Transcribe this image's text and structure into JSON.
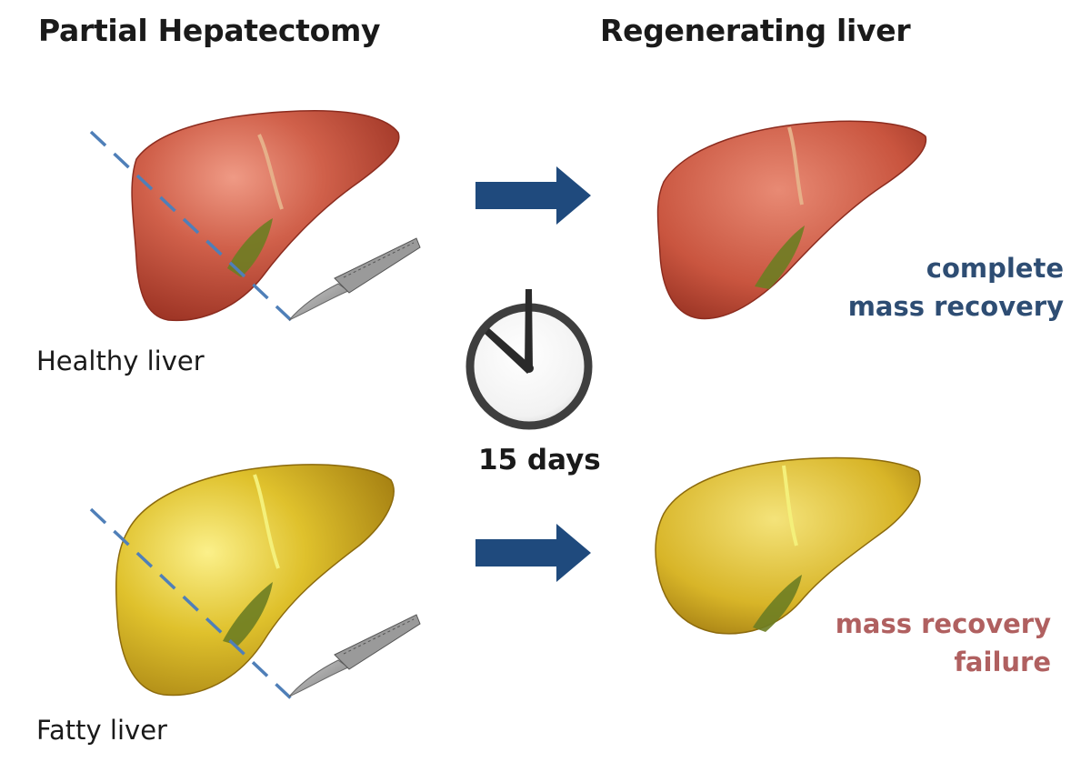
{
  "headers": {
    "left": "Partial Hepatectomy",
    "right": "Regenerating liver"
  },
  "rows": [
    {
      "label": "Healthy liver",
      "outcome_line1": "complete",
      "outcome_line2": "mass recovery",
      "liver_color": "#c5523d",
      "outcome_color": "#2e4d73"
    },
    {
      "label": "Fatty liver",
      "outcome_line1": "mass recovery",
      "outcome_line2": "failure",
      "liver_color": "#d9b020",
      "outcome_color": "#b06060"
    }
  ],
  "timer": {
    "label": "15 days",
    "icon": "stopwatch-icon"
  },
  "colors": {
    "arrow": "#1f4a7d",
    "cut_line": "#4f7fb8"
  }
}
